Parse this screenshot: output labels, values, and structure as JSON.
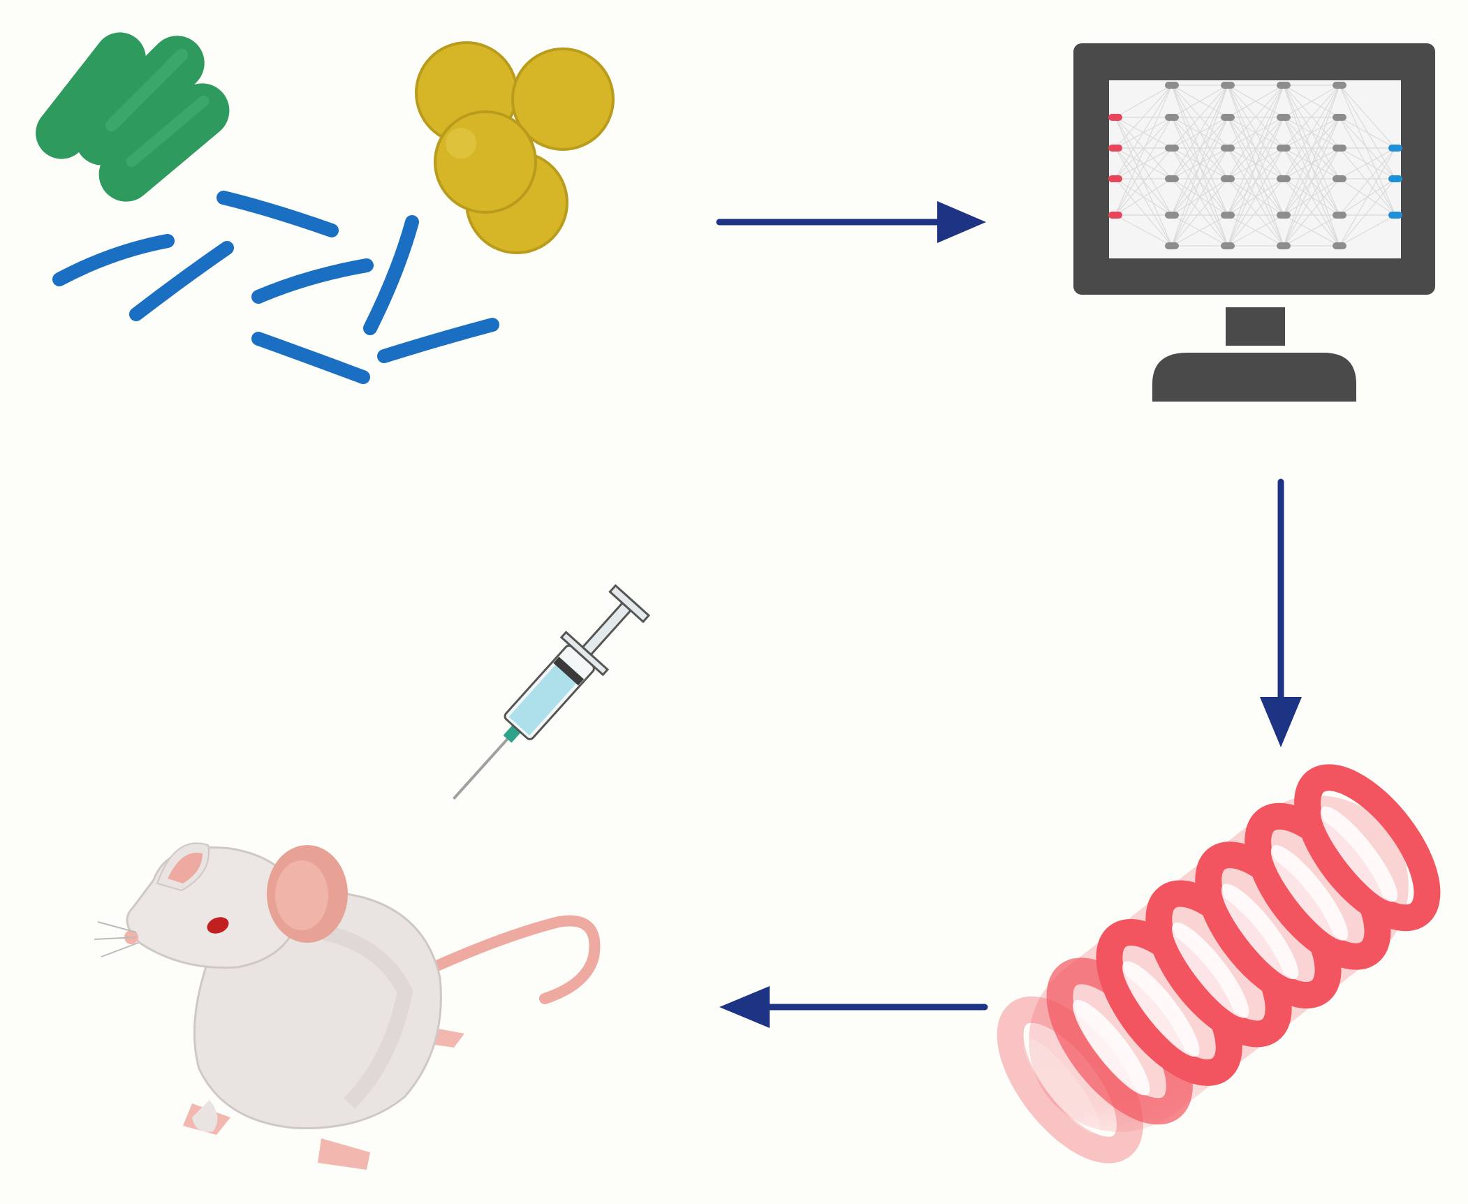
{
  "colors": {
    "background": "#fdfdf9",
    "arrow": "#1d3384",
    "rod_bacteria_green": "#2e9a5e",
    "cocci_yellow": "#d6b626",
    "rod_bacteria_blue": "#1a6fc2",
    "monitor_frame": "#4a4a4a",
    "network_input_node": "#e8455a",
    "network_output_node": "#1f8fd6",
    "network_hidden_node": "#8d8d8d",
    "peptide_helix": "#f2555f",
    "mouse_body": "#e9e4e1",
    "mouse_ear_tail": "#eeaaa0",
    "syringe_liquid": "#aee0ec"
  },
  "diagram": {
    "nodes": [
      {
        "id": "bacteria",
        "icon": "bacteria-cluster-icon"
      },
      {
        "id": "computer",
        "icon": "neural-network-monitor-icon"
      },
      {
        "id": "peptide",
        "icon": "alpha-helix-peptide-icon"
      },
      {
        "id": "mouse",
        "icon": "mouse-with-syringe-icon"
      }
    ],
    "edges": [
      {
        "from": "bacteria",
        "to": "computer"
      },
      {
        "from": "computer",
        "to": "peptide"
      },
      {
        "from": "peptide",
        "to": "mouse"
      }
    ]
  }
}
